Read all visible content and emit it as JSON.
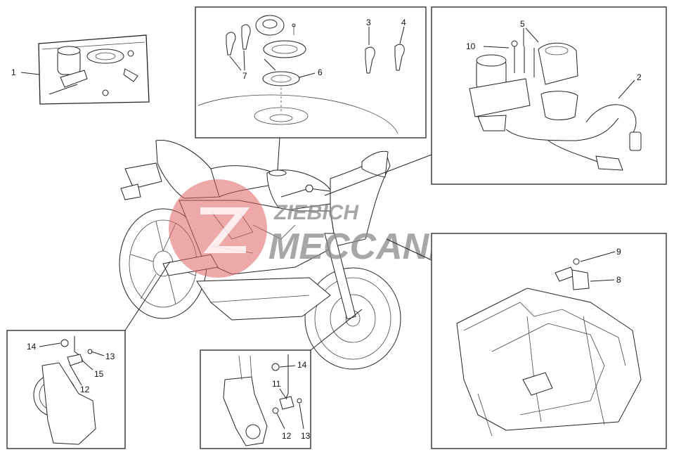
{
  "watermark": {
    "line1": "ZIEBICH",
    "line2": "MECCANICA",
    "logo_color": "#e06060",
    "text_color": "#8a8a8a"
  },
  "callouts": {
    "c1": "1",
    "c2": "2",
    "c3": "3",
    "c4": "4",
    "c5": "5",
    "c6": "6",
    "c7": "7",
    "c8": "8",
    "c9": "9",
    "c10": "10",
    "c11": "11",
    "c12a": "12",
    "c12b": "12",
    "c13a": "13",
    "c13b": "13",
    "c14a": "14",
    "c14b": "14",
    "c15": "15"
  },
  "colors": {
    "line": "#222222",
    "background": "#ffffff"
  }
}
